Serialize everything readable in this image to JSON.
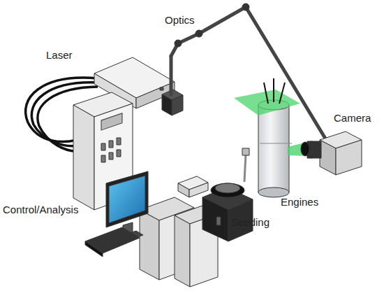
{
  "diagram": {
    "labels": [
      "Optics",
      "Laser",
      "Control/Analysis",
      "Camera",
      "Engines",
      "Seeding"
    ]
  }
}
